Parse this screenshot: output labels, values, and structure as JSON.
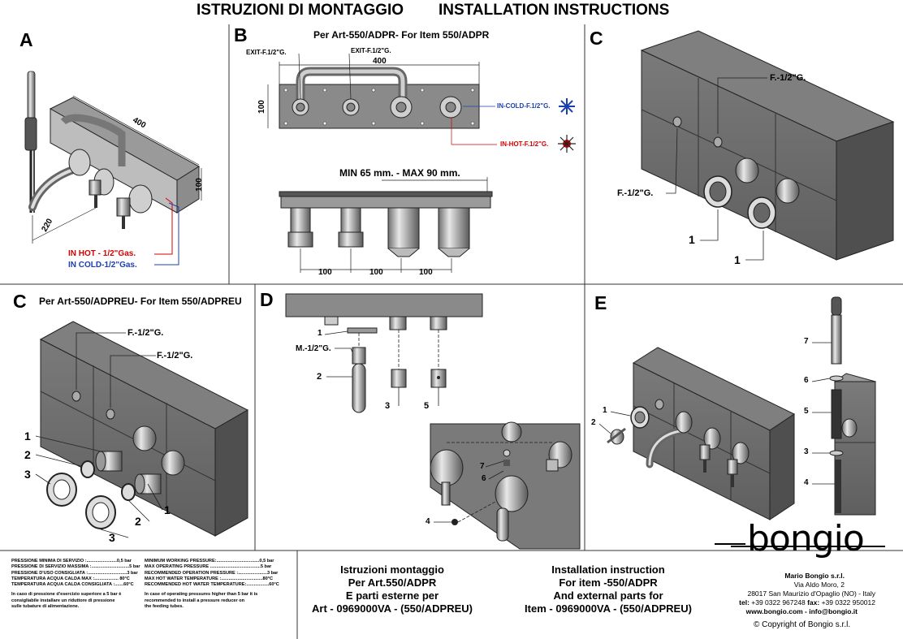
{
  "header": {
    "title_it": "ISTRUZIONI DI MONTAGGIO",
    "title_en": "INSTALLATION INSTRUCTIONS"
  },
  "panels": {
    "a": {
      "letter": "A",
      "dim_400": "400",
      "dim_100": "100",
      "dim_220": "220",
      "hot": "IN HOT - 1/2\"Gas.",
      "cold": "IN COLD-1/2\"Gas."
    },
    "b": {
      "letter": "B",
      "subtitle": "Per Art-550/ADPR- For Item 550/ADPR",
      "exit1": "EXIT-F.1/2\"G.",
      "exit2": "EXIT-F.1/2\"G.",
      "dim_400": "400",
      "dim_100": "100",
      "cold": "IN-COLD-F.1/2\"G.",
      "hot": "IN-HOT-F.1/2\"G.",
      "depth": "MIN 65 mm. - MAX 90 mm.",
      "spacing": [
        "100",
        "100",
        "100"
      ]
    },
    "c1": {
      "letter": "C",
      "f_top": "F.-1/2\"G.",
      "f_left": "F.-1/2\"G.",
      "n1a": "1",
      "n1b": "1"
    },
    "c2": {
      "letter": "C",
      "subtitle": "Per Art-550/ADPREU- For Item 550/ADPREU",
      "f1": "F.-1/2\"G.",
      "f2": "F.-1/2\"G.",
      "nums": [
        "1",
        "2",
        "3",
        "1",
        "2",
        "3"
      ]
    },
    "d": {
      "letter": "D",
      "n1": "1",
      "m": "M.-1/2\"G.",
      "n2": "2",
      "n3": "3",
      "n5": "5",
      "n7": "7",
      "n6": "6",
      "n4": "4"
    },
    "e": {
      "letter": "E",
      "n1": "1",
      "n2": "2",
      "n7": "7",
      "n6": "6",
      "n5": "5",
      "n3": "3",
      "n4": "4"
    }
  },
  "footer": {
    "specs_it": [
      "PRESSIONE MINIMA DI SERVIZIO :........................0,5 bar",
      "PRESSIONE DI SERVIZIO MASSIMA :..............................5 bar",
      "PRESSIONE D'USO CONSIGLIATA :...............................3 bar",
      "TEMPERATURA ACQUA CALDA MAX :................... 80°C",
      "TEMPERATURA ACQUA CALDA CONSIGLIATA :.......60°C"
    ],
    "note_it": [
      "In caso di pressione d'esercizio superiore a 5 bar è",
      "consigliabile installare un riduttore di pressione",
      "sulle tubature di alimentazione."
    ],
    "specs_en": [
      "MINIMUM WORKING PRESSURE:..................................0,5 bar",
      "MAX OPERATING PRESSURE ........................................5 bar",
      "RECOMMENDED OPERATION PRESSURE :.......................3 bar",
      "MAX HOT WATER TEMPERATURE :.................................80°C",
      "RECOMMENDED HOT WATER TEMPERATURE:..................60°C"
    ],
    "note_en": [
      "In case of operating pressures higher than 5 bar it is",
      "recommended to install a pressure reducer on",
      "the feeding tubes."
    ],
    "it_block": [
      "Istruzioni montaggio",
      "Per Art.550/ADPR",
      "E parti esterne per",
      "Art -  0969000VA - (550/ADPREU)"
    ],
    "en_block": [
      "Installation instruction",
      "For item -550/ADPR",
      "And external parts for",
      "Item - 0969000VA - (550/ADPREU)"
    ],
    "brand": "bongio",
    "company": "Mario Bongio s.r.l.",
    "address1": "Via Aldo Moro, 2",
    "address2": "28017 San Maurizio d'Opaglio (NO) - Italy",
    "tel_label": "tel:",
    "tel_value": "+39 0322 967248",
    "fax_label": "fax:",
    "fax_value": "+39 0322 950012",
    "web": "www.bongio.com - info@bongio.it",
    "copyright": "© Copyright of Bongio s.r.l."
  }
}
